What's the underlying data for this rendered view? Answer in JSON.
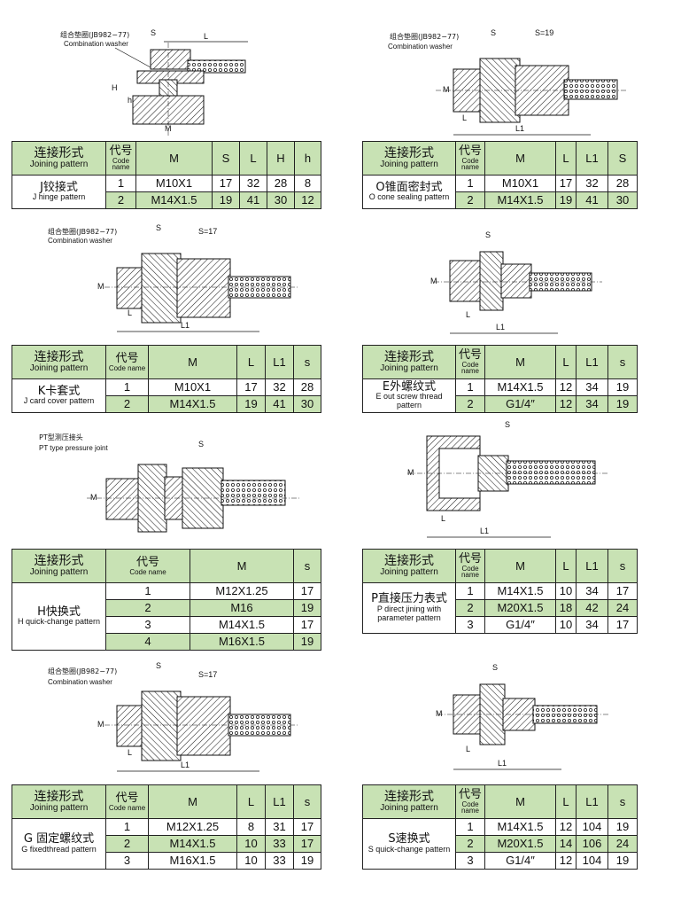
{
  "labels": {
    "washer_cn": "组合垫圈(JB982−77)",
    "washer_en": "Combination washer",
    "pt_cn": "PT型测压接头",
    "pt_en": "PT type pressure joint",
    "S": "S",
    "S17": "S=17",
    "S19": "S=19",
    "L": "L",
    "L1": "L1",
    "M": "M",
    "H": "H",
    "h": "h"
  },
  "tables": {
    "j": {
      "headers": {
        "pattern_cn": "连接形式",
        "pattern_en": "Joining pattern",
        "code_cn": "代号",
        "code_en": "Code name",
        "c1": "M",
        "c2": "S",
        "c3": "L",
        "c4": "H",
        "c5": "h"
      },
      "pattern_cn": "J铰接式",
      "pattern_en": "J hinge pattern",
      "rows": [
        {
          "code": "1",
          "v1": "M10X1",
          "v2": "17",
          "v3": "32",
          "v4": "28",
          "v5": "8"
        },
        {
          "code": "2",
          "v1": "M14X1.5",
          "v2": "19",
          "v3": "41",
          "v4": "30",
          "v5": "12"
        }
      ]
    },
    "o": {
      "headers": {
        "pattern_cn": "连接形式",
        "pattern_en": "Joining pattern",
        "code_cn": "代号",
        "code_en": "Code name",
        "c1": "M",
        "c2": "L",
        "c3": "L1",
        "c4": "S"
      },
      "pattern_cn": "O锥面密封式",
      "pattern_en": "O cone sealing pattern",
      "rows": [
        {
          "code": "1",
          "v1": "M10X1",
          "v2": "17",
          "v3": "32",
          "v4": "28"
        },
        {
          "code": "2",
          "v1": "M14X1.5",
          "v2": "19",
          "v3": "41",
          "v4": "30"
        }
      ]
    },
    "k": {
      "headers": {
        "pattern_cn": "连接形式",
        "pattern_en": "Joining pattern",
        "code_cn": "代号",
        "code_en": "Code name",
        "c1": "M",
        "c2": "L",
        "c3": "L1",
        "c4": "s"
      },
      "pattern_cn": "K卡套式",
      "pattern_en": "J card cover pattern",
      "rows": [
        {
          "code": "1",
          "v1": "M10X1",
          "v2": "17",
          "v3": "32",
          "v4": "28"
        },
        {
          "code": "2",
          "v1": "M14X1.5",
          "v2": "19",
          "v3": "41",
          "v4": "30"
        }
      ]
    },
    "e": {
      "headers": {
        "pattern_cn": "连接形式",
        "pattern_en": "Joining pattern",
        "code_cn": "代号",
        "code_en": "Code name",
        "c1": "M",
        "c2": "L",
        "c3": "L1",
        "c4": "s"
      },
      "pattern_cn": "E外螺纹式",
      "pattern_en": "E out screw thread pattern",
      "rows": [
        {
          "code": "1",
          "v1": "M14X1.5",
          "v2": "12",
          "v3": "34",
          "v4": "19"
        },
        {
          "code": "2",
          "v1": "G1/4″",
          "v2": "12",
          "v3": "34",
          "v4": "19"
        }
      ]
    },
    "h": {
      "headers": {
        "pattern_cn": "连接形式",
        "pattern_en": "Joining pattern",
        "code_cn": "代号",
        "code_en": "Code name",
        "c1": "M",
        "c2": "s"
      },
      "pattern_cn": "H快换式",
      "pattern_en": "H quick-change pattern",
      "rows": [
        {
          "code": "1",
          "v1": "M12X1.25",
          "v2": "17"
        },
        {
          "code": "2",
          "v1": "M16",
          "v2": "19"
        },
        {
          "code": "3",
          "v1": "M14X1.5",
          "v2": "17"
        },
        {
          "code": "4",
          "v1": "M16X1.5",
          "v2": "19"
        }
      ]
    },
    "p": {
      "headers": {
        "pattern_cn": "连接形式",
        "pattern_en": "Joining pattern",
        "code_cn": "代号",
        "code_en": "Code name",
        "c1": "M",
        "c2": "L",
        "c3": "L1",
        "c4": "s"
      },
      "pattern_cn": "P直接压力表式",
      "pattern_en": "P direct jining with parameter pattern",
      "rows": [
        {
          "code": "1",
          "v1": "M14X1.5",
          "v2": "10",
          "v3": "34",
          "v4": "17"
        },
        {
          "code": "2",
          "v1": "M20X1.5",
          "v2": "18",
          "v3": "42",
          "v4": "24"
        },
        {
          "code": "3",
          "v1": "G1/4″",
          "v2": "10",
          "v3": "34",
          "v4": "17"
        }
      ]
    },
    "g": {
      "headers": {
        "pattern_cn": "连接形式",
        "pattern_en": "Joining pattern",
        "code_cn": "代号",
        "code_en": "Code name",
        "c1": "M",
        "c2": "L",
        "c3": "L1",
        "c4": "s"
      },
      "pattern_cn": "G 固定螺纹式",
      "pattern_en": "G fixedthread pattern",
      "rows": [
        {
          "code": "1",
          "v1": "M12X1.25",
          "v2": "8",
          "v3": "31",
          "v4": "17"
        },
        {
          "code": "2",
          "v1": "M14X1.5",
          "v2": "10",
          "v3": "33",
          "v4": "17"
        },
        {
          "code": "3",
          "v1": "M16X1.5",
          "v2": "10",
          "v3": "33",
          "v4": "19"
        }
      ]
    },
    "s": {
      "headers": {
        "pattern_cn": "连接形式",
        "pattern_en": "Joining pattern",
        "code_cn": "代号",
        "code_en": "Code name",
        "c1": "M",
        "c2": "L",
        "c3": "L1",
        "c4": "s"
      },
      "pattern_cn": "S速换式",
      "pattern_en": "S quick-change pattern",
      "rows": [
        {
          "code": "1",
          "v1": "M14X1.5",
          "v2": "12",
          "v3": "104",
          "v4": "19"
        },
        {
          "code": "2",
          "v1": "M20X1.5",
          "v2": "14",
          "v3": "106",
          "v4": "24"
        },
        {
          "code": "3",
          "v1": "G1/4″",
          "v2": "12",
          "v3": "104",
          "v4": "19"
        }
      ]
    }
  }
}
